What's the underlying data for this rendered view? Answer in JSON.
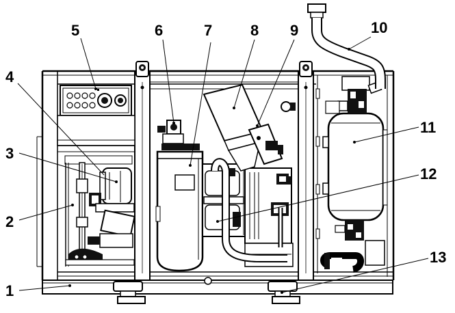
{
  "diagram": {
    "callouts": [
      {
        "id": "c1",
        "text": "1"
      },
      {
        "id": "c2",
        "text": "2"
      },
      {
        "id": "c3",
        "text": "3"
      },
      {
        "id": "c4",
        "text": "4"
      },
      {
        "id": "c5",
        "text": "5"
      },
      {
        "id": "c6",
        "text": "6"
      },
      {
        "id": "c7",
        "text": "7"
      },
      {
        "id": "c8",
        "text": "8"
      },
      {
        "id": "c9",
        "text": "9"
      },
      {
        "id": "c10",
        "text": "10"
      },
      {
        "id": "c11",
        "text": "11"
      },
      {
        "id": "c12",
        "text": "12"
      },
      {
        "id": "c13",
        "text": "13"
      }
    ],
    "colors": {
      "line": "#000000",
      "dark": "#111111",
      "mid": "#7a7a7a",
      "light": "#d9d9d9",
      "background": "#ffffff"
    }
  }
}
